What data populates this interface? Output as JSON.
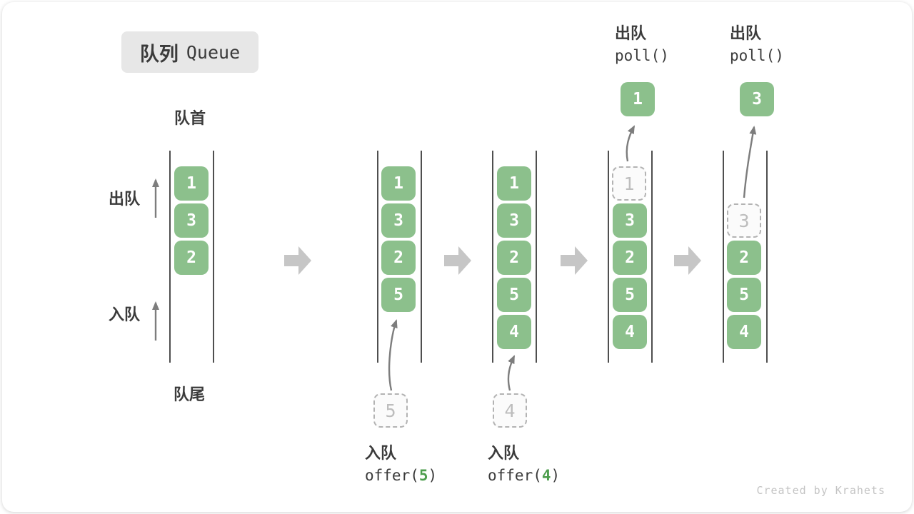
{
  "title": {
    "zh": "队列",
    "en": "Queue"
  },
  "side_labels": {
    "head": "队首",
    "tail": "队尾",
    "dequeue": "出队",
    "enqueue": "入队"
  },
  "colors": {
    "box_green": "#8cc08c",
    "accent_green": "#4e9e4e",
    "line": "#4f4f4f",
    "thin_arrow": "#7d7d7d",
    "arrow_gray": "#c6c6c6",
    "dashed_border": "#b3b3b3",
    "dashed_bg": "#fbfbfb",
    "dashed_text": "#bdbdbd",
    "credit_gray": "#c4c4c4"
  },
  "columns": [
    {
      "boxes": [
        "1",
        "3",
        "2"
      ]
    },
    {
      "boxes": [
        "1",
        "3",
        "2",
        "5"
      ],
      "incoming": "5"
    },
    {
      "boxes": [
        "1",
        "3",
        "2",
        "5",
        "4"
      ],
      "incoming": "4"
    },
    {
      "boxes": [
        "3",
        "2",
        "5",
        "4"
      ],
      "removed_slot": "1",
      "polled": "1"
    },
    {
      "boxes": [
        "2",
        "5",
        "4"
      ],
      "removed_slot": "3",
      "polled": "3"
    }
  ],
  "ops": {
    "enqueue_5": {
      "label": "入队",
      "code_pre": "offer(",
      "code_arg": "5",
      "code_suffix": ")"
    },
    "enqueue_4": {
      "label": "入队",
      "code_pre": "offer(",
      "code_arg": "4",
      "code_suffix": ")"
    },
    "dequeue_1": {
      "label": "出队",
      "code": "poll()"
    },
    "dequeue_3": {
      "label": "出队",
      "code": "poll()"
    }
  },
  "credit": "Created by Krahets"
}
